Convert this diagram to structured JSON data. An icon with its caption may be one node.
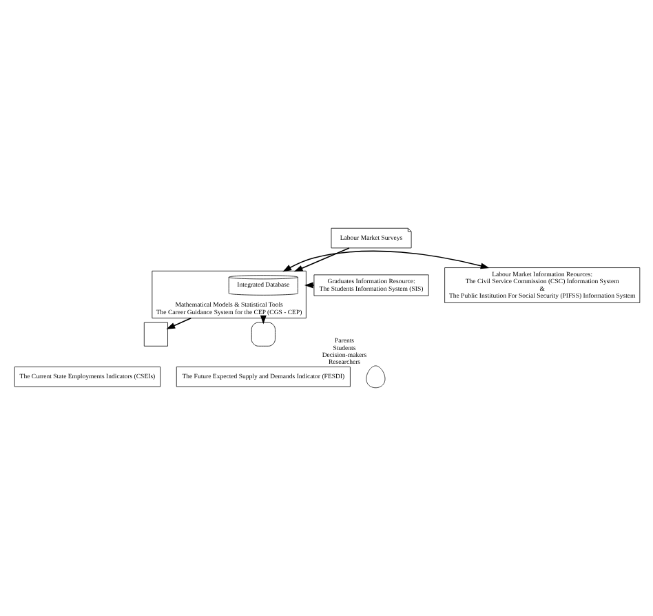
{
  "diagram": {
    "nodes": [
      {
        "text": [
          "Labour Market Surveys"
        ]
      },
      {
        "text": [
          "Mathematical Models & Statistical Tools",
          "The Career Guidance System for the CEP (CGS - CEP)"
        ]
      },
      {
        "text": [
          "Integrated Database"
        ],
        "in": 1
      },
      {
        "text": [
          "Graduates Information Resource:",
          "The Students Information System (SIS)"
        ]
      },
      {
        "text": [
          "Labour Market Information Reources:",
          "The Civil Service Commission (CSC) Information System",
          "&",
          "The Public Institution For Social Security (PIFSS) Information System"
        ]
      },
      {
        "text": [],
        "shape": "chart"
      },
      {
        "text": [
          "The Current State Employments Indicators (CSEIs)"
        ]
      },
      {
        "text": [],
        "shape": "box"
      },
      {
        "text": [
          "The Future Expected Supply and Demands Indicator (FESDI)"
        ]
      },
      {
        "text": [],
        "shape": "person",
        "beside": [
          "Parents",
          "Students",
          "Decision-makers",
          "Researchers"
        ]
      }
    ],
    "edges": [
      {
        "from": 0,
        "to": 1,
        "arrow": "to"
      },
      {
        "from": 3,
        "to": 1,
        "arrow": "to"
      },
      {
        "from": 1,
        "to": 4,
        "arrow": "both"
      },
      {
        "from": 1,
        "to": 5,
        "arrow": "to"
      },
      {
        "from": 1,
        "to": 7,
        "arrow": "to"
      }
    ]
  }
}
